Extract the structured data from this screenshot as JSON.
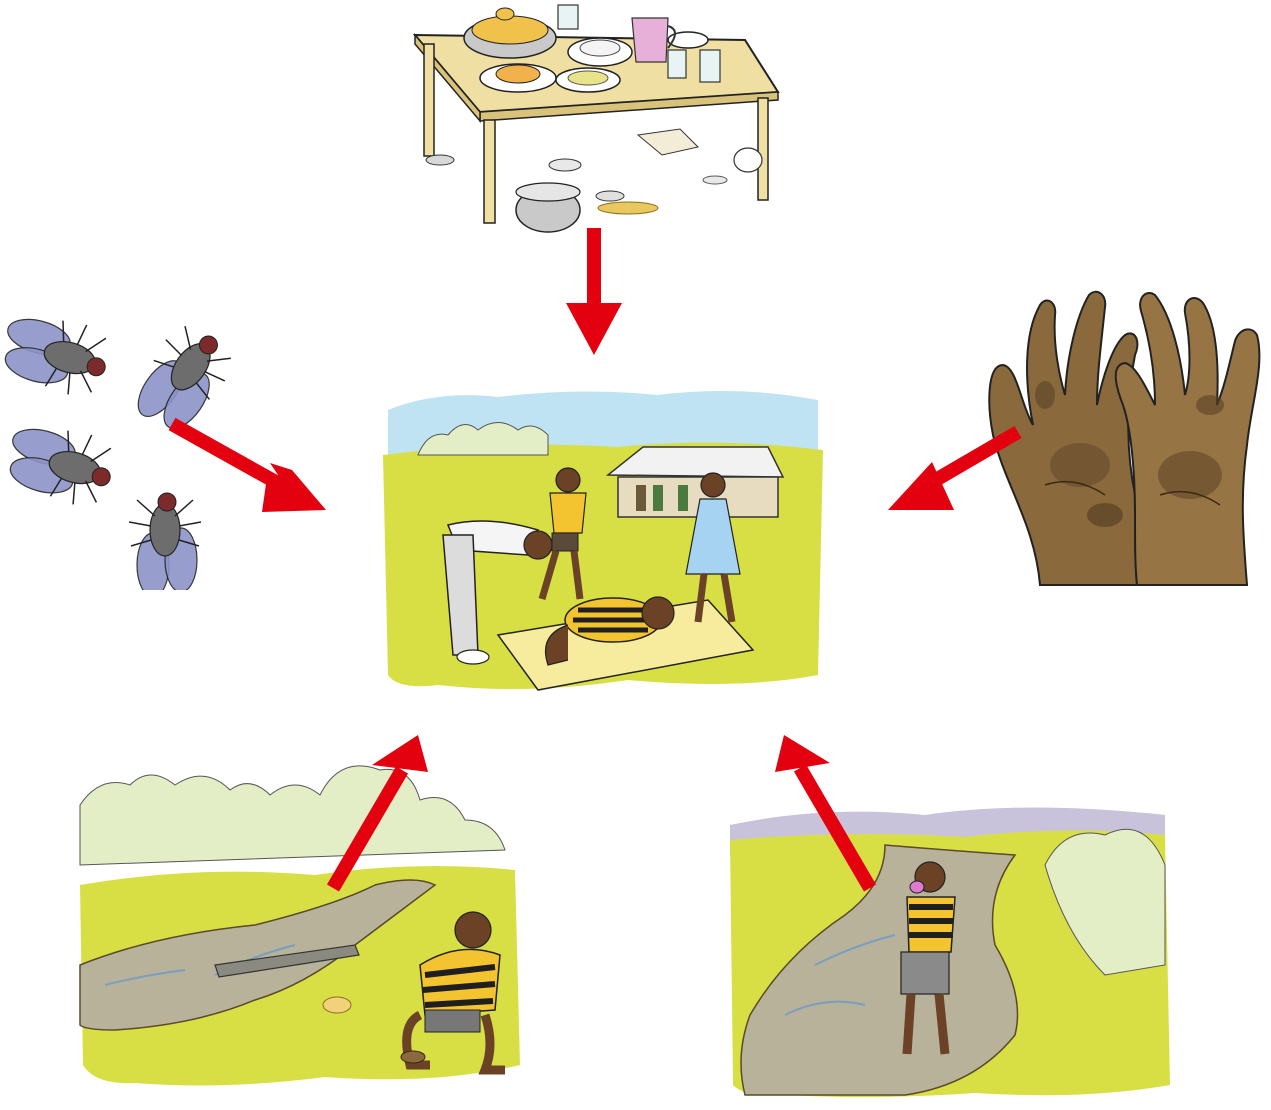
{
  "diagram": {
    "type": "cause-effect",
    "center": {
      "icon": "sick-child-scene-icon"
    },
    "causes": [
      {
        "id": "food",
        "icon": "uncovered-food-table-icon"
      },
      {
        "id": "flies",
        "icon": "housefly-icon"
      },
      {
        "id": "hands",
        "icon": "dirty-hands-icon"
      },
      {
        "id": "open-defecation",
        "icon": "open-defecation-stream-icon"
      },
      {
        "id": "stream-water",
        "icon": "drinking-stream-water-icon"
      }
    ],
    "arrows": [
      {
        "from": "food",
        "to": "center"
      },
      {
        "from": "flies",
        "to": "center"
      },
      {
        "from": "hands",
        "to": "center"
      },
      {
        "from": "open-defecation",
        "to": "center"
      },
      {
        "from": "stream-water",
        "to": "center"
      }
    ]
  },
  "colors": {
    "arrow": "#e3000f",
    "grass": "#d8df44",
    "sky": "#bfe3f3",
    "bush": "#e3eec6",
    "water": "#b8b29a",
    "skin": "#6b4226",
    "shirt_yellow": "#f4c430",
    "shirt_black": "#1f1f1f",
    "fly_wing": "#8c94c8",
    "hands": "#8a6a3c",
    "table": "#efdfa3",
    "hill": "#c8c3db"
  }
}
